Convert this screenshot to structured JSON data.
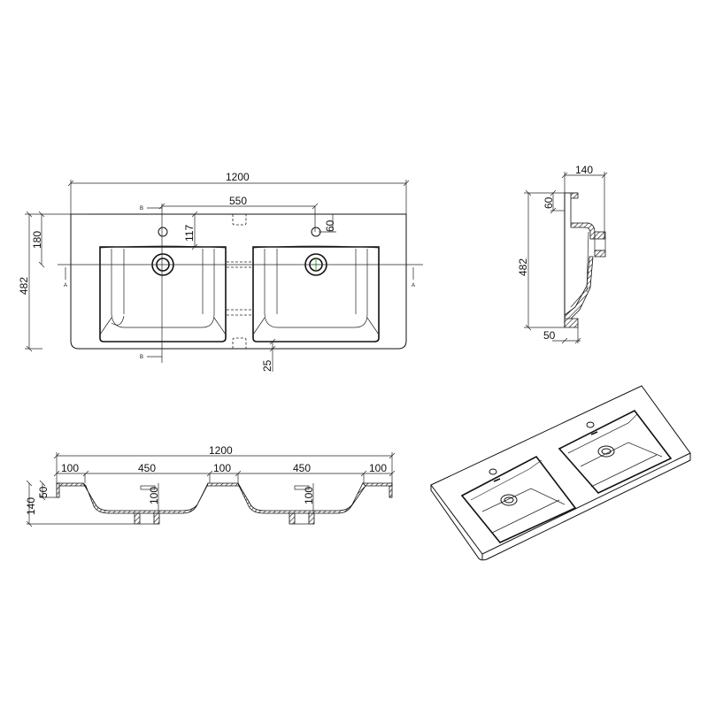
{
  "plan_view": {
    "dims": {
      "overall_width": "1200",
      "tap_spacing": "550",
      "tap_to_edge": "180",
      "depth": "482",
      "tap_to_basin": "117",
      "tap_from_back": "60",
      "front_rim": "25"
    },
    "section_marks": {
      "a": "A",
      "b": "B"
    }
  },
  "front_section": {
    "dims": {
      "overall_width": "1200",
      "left_margin": "100",
      "basin1": "450",
      "middle": "100",
      "basin2": "450",
      "right_margin": "100",
      "height": "140",
      "rim": "50",
      "depth1": "100",
      "depth2": "100"
    }
  },
  "side_section": {
    "dims": {
      "height": "140",
      "depth": "482",
      "top": "60",
      "bottom": "50"
    }
  },
  "colors": {
    "line": "#111111",
    "drain_highlight": "#2bb52b"
  }
}
